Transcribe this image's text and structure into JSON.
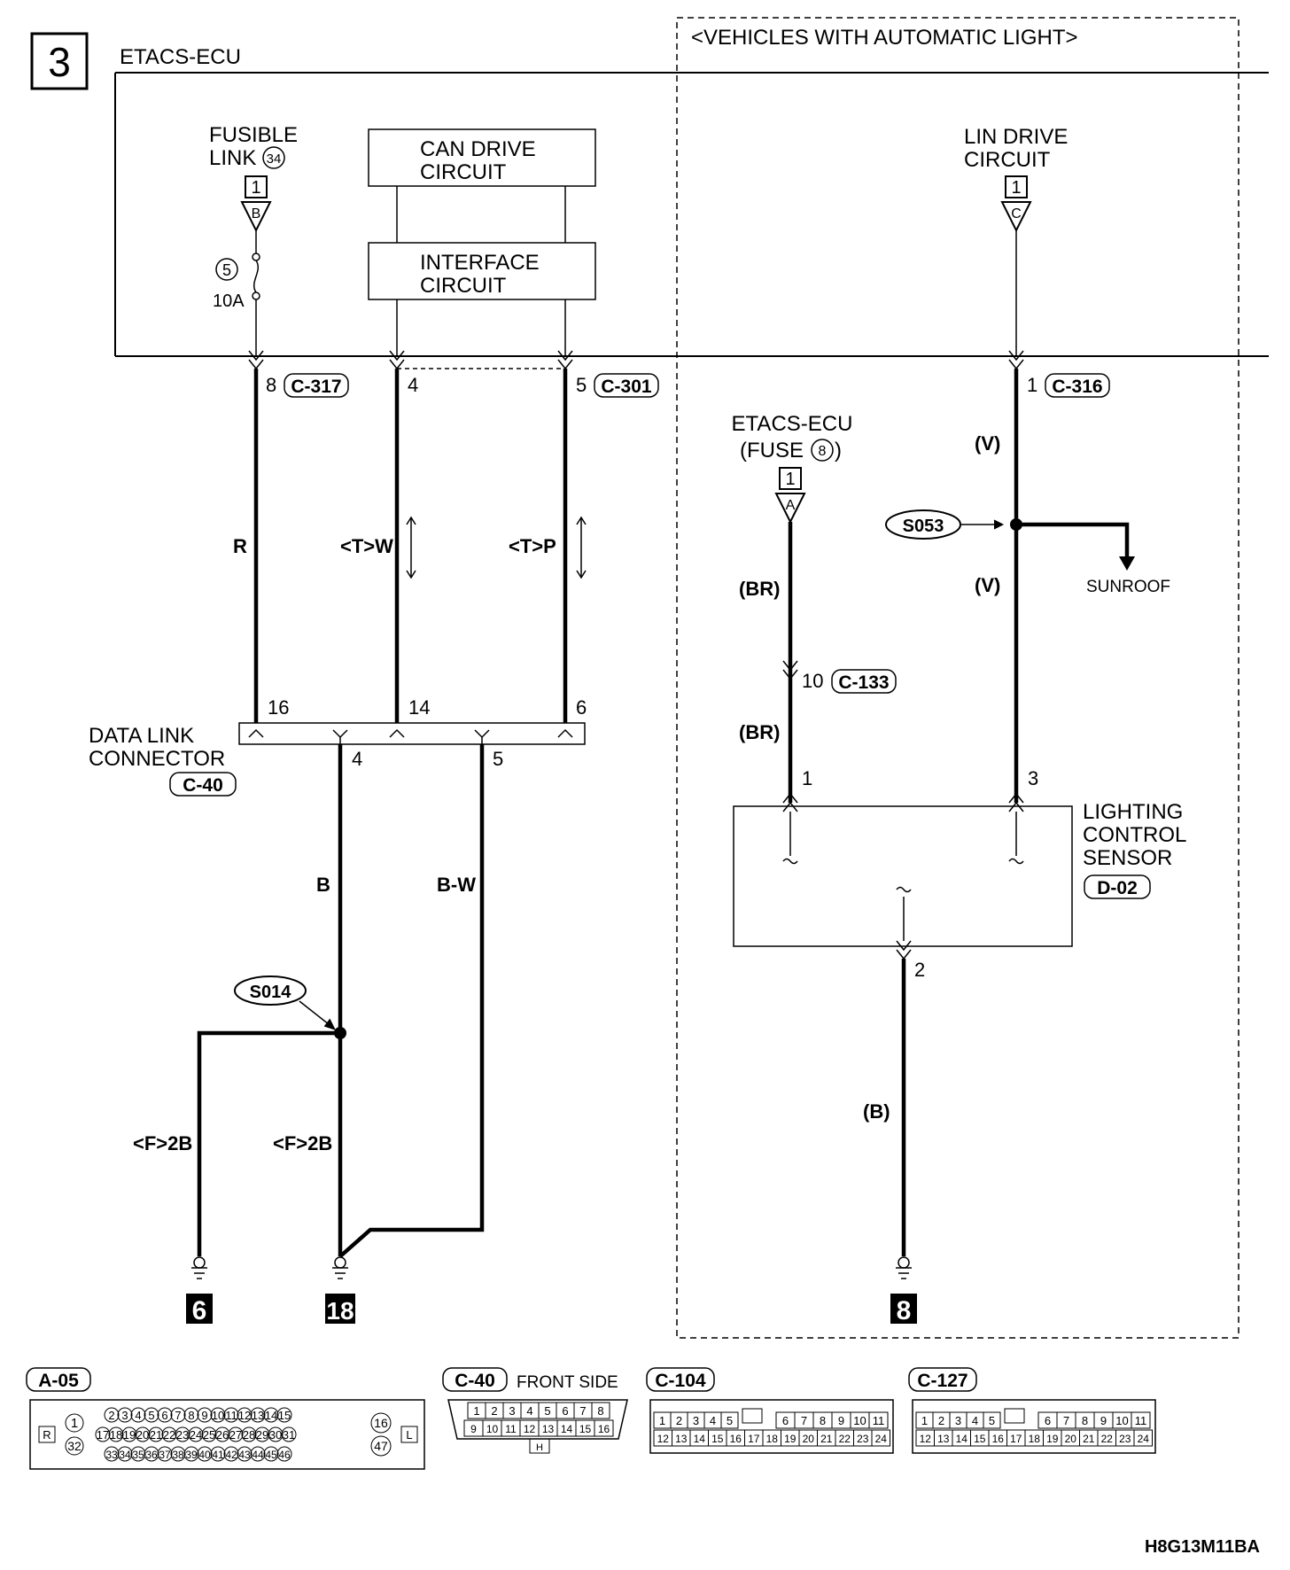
{
  "page": {
    "number": "3",
    "ecu_label": "ETACS-ECU",
    "vehicles_label": "<VEHICLES WITH AUTOMATIC LIGHT>",
    "drawing_code": "H8G13M11BA"
  },
  "circuits": {
    "fusible_link_l1": "FUSIBLE",
    "fusible_link_l2": "LINK",
    "fusible_link_no": "34",
    "fuse_no": "5",
    "fuse_amp": "10A",
    "can_drive_l1": "CAN DRIVE",
    "can_drive_l2": "CIRCUIT",
    "interface_l1": "INTERFACE",
    "interface_l2": "CIRCUIT",
    "lin_drive_l1": "LIN DRIVE",
    "lin_drive_l2": "CIRCUIT",
    "etacs_fuse_l1": "ETACS-ECU",
    "etacs_fuse_l2a": "(FUSE",
    "etacs_fuse_no": "8",
    "etacs_fuse_l2b": ")"
  },
  "markers": {
    "box_1": "1",
    "tri_B": "B",
    "tri_C": "C",
    "tri_A": "A"
  },
  "pins": {
    "p8": "8",
    "c317": "C-317",
    "p4": "4",
    "p5": "5",
    "c301": "C-301",
    "p1": "1",
    "c316": "C-316",
    "p16": "16",
    "p14": "14",
    "p6": "6",
    "dlc_p4": "4",
    "dlc_p5": "5",
    "p10": "10",
    "c133": "C-133",
    "ls_p1": "1",
    "ls_p3": "3",
    "ls_p2": "2"
  },
  "wires": {
    "R": "R",
    "TW": "<T>W",
    "TP": "<T>P",
    "V1": "(V)",
    "V2": "(V)",
    "BR1": "(BR)",
    "BR2": "(BR)",
    "B": "B",
    "BW": "B-W",
    "F2B_1": "<F>2B",
    "F2B_2": "<F>2B",
    "Bp": "(B)"
  },
  "splices": {
    "s053": "S053",
    "s014": "S014"
  },
  "components": {
    "dlc_l1": "DATA LINK",
    "dlc_l2": "CONNECTOR",
    "dlc_code": "C-40",
    "lcs_l1": "LIGHTING",
    "lcs_l2": "CONTROL",
    "lcs_l3": "SENSOR",
    "lcs_code": "D-02",
    "sunroof": "SUNROOF"
  },
  "grounds": {
    "g6": "6",
    "g18": "18",
    "g8": "8"
  },
  "connector_views": {
    "a05": {
      "code": "A-05",
      "left_tag": "R",
      "right_tag": "L",
      "left_col": [
        "1",
        "32"
      ],
      "right_col": [
        "16",
        "47"
      ],
      "row1": [
        "2",
        "3",
        "4",
        "5",
        "6",
        "7",
        "8",
        "9",
        "10",
        "11",
        "12",
        "13",
        "14",
        "15"
      ],
      "row2": [
        "17",
        "18",
        "19",
        "20",
        "21",
        "22",
        "23",
        "24",
        "25",
        "26",
        "27",
        "28",
        "29",
        "30",
        "31"
      ],
      "row3": [
        "33",
        "34",
        "35",
        "36",
        "37",
        "38",
        "39",
        "40",
        "41",
        "42",
        "43",
        "44",
        "45",
        "46"
      ]
    },
    "c40": {
      "code": "C-40",
      "caption": "FRONT SIDE",
      "row1": [
        "1",
        "2",
        "3",
        "4",
        "5",
        "6",
        "7",
        "8"
      ],
      "row2": [
        "9",
        "10",
        "11",
        "12",
        "13",
        "14",
        "15",
        "16"
      ],
      "key": "H"
    },
    "c104": {
      "code": "C-104",
      "row1a": [
        "1",
        "2",
        "3",
        "4",
        "5"
      ],
      "row1b": [
        "6",
        "7",
        "8",
        "9",
        "10",
        "11"
      ],
      "row2": [
        "12",
        "13",
        "14",
        "15",
        "16",
        "17",
        "18",
        "19",
        "20",
        "21",
        "22",
        "23",
        "24"
      ]
    },
    "c127": {
      "code": "C-127",
      "row1a": [
        "1",
        "2",
        "3",
        "4",
        "5"
      ],
      "row1b": [
        "6",
        "7",
        "8",
        "9",
        "10",
        "11"
      ],
      "row2": [
        "12",
        "13",
        "14",
        "15",
        "16",
        "17",
        "18",
        "19",
        "20",
        "21",
        "22",
        "23",
        "24"
      ]
    }
  }
}
